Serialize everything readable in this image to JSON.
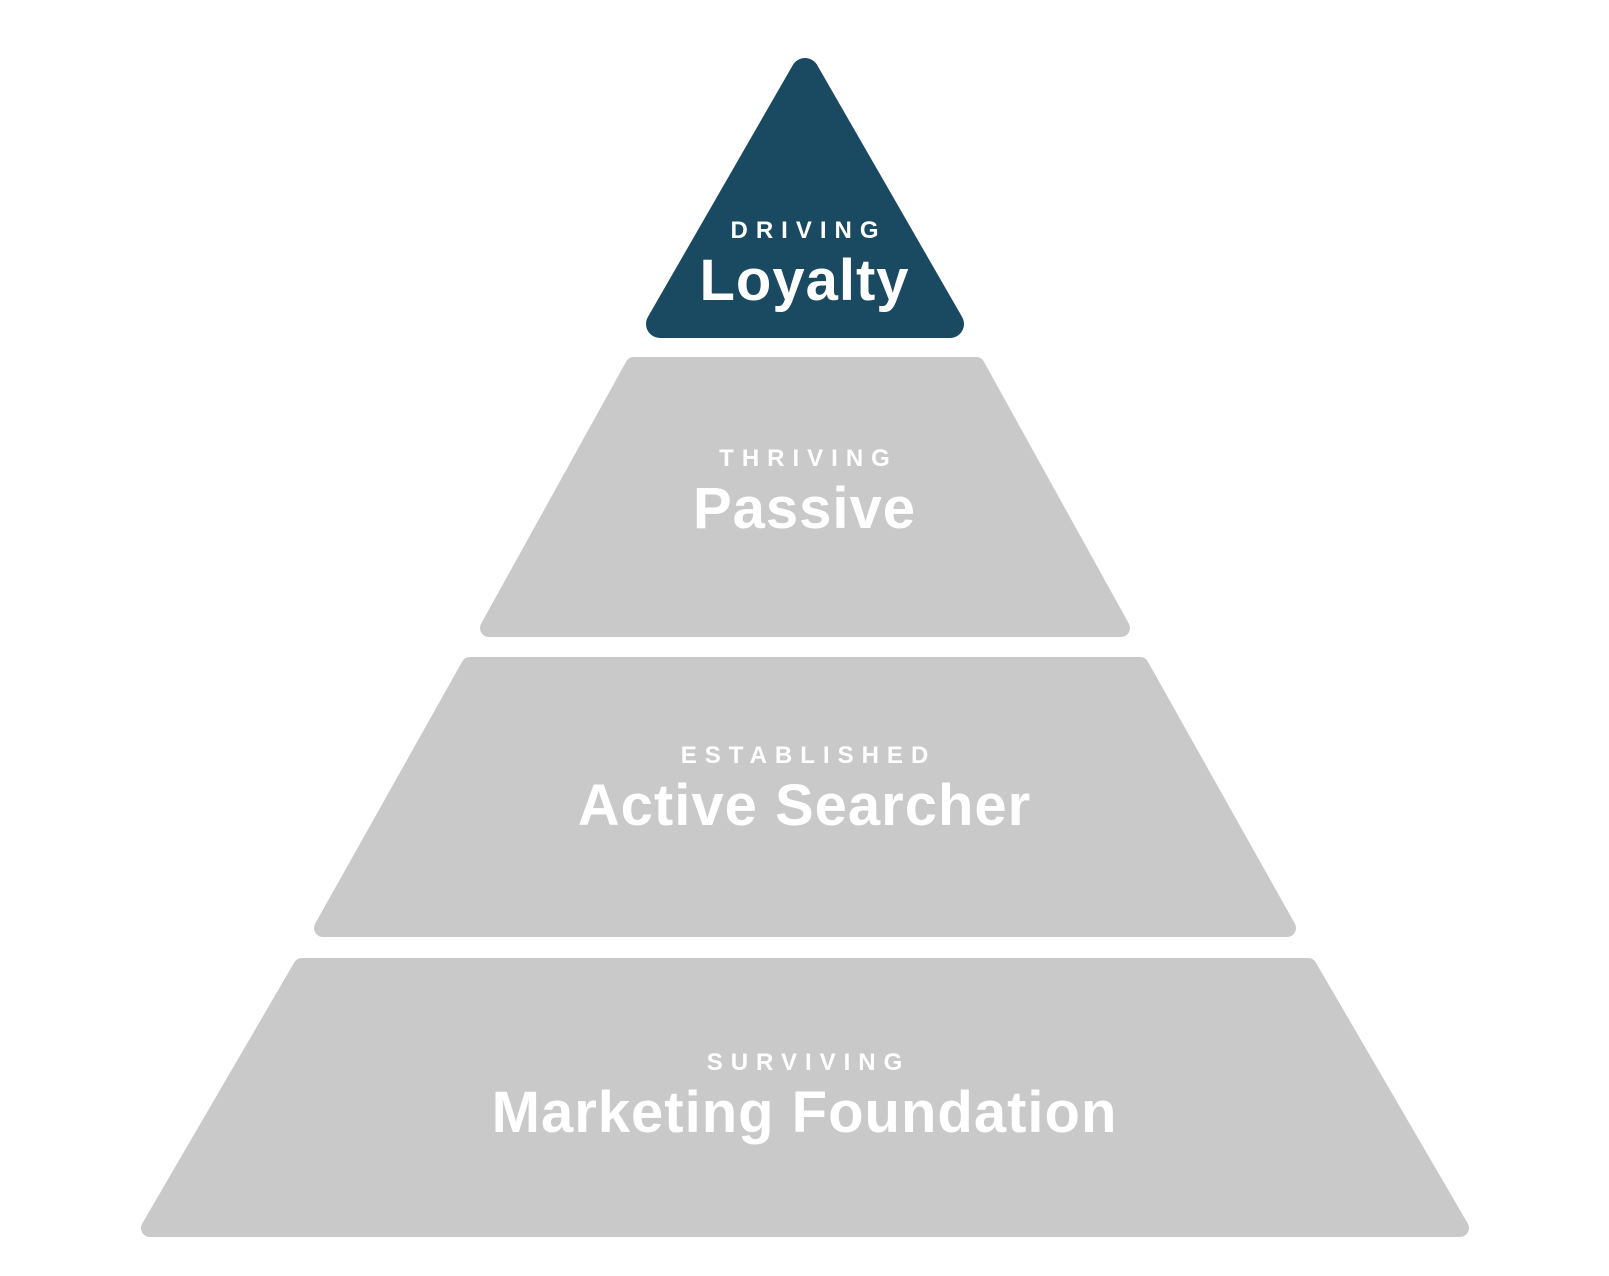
{
  "page": {
    "background_color": "#FFFFFF"
  },
  "pyramid": {
    "description": "Four-level marketing maturity pyramid",
    "accent_color": "#194A61",
    "neutral_color": "#C9C9C9",
    "label_text_color": "#FFFFFF",
    "levels": [
      {
        "stage": "DRIVING",
        "label": "Loyalty",
        "fill": "#194A61",
        "text_color": "#FFFFFF"
      },
      {
        "stage": "THRIVING",
        "label": "Passive",
        "fill": "#C9C9C9",
        "text_color": "#FFFFFF"
      },
      {
        "stage": "ESTABLISHED",
        "label": "Active Searcher",
        "fill": "#C9C9C9",
        "text_color": "#FFFFFF"
      },
      {
        "stage": "SURVIVING",
        "label": "Marketing Foundation",
        "fill": "#C9C9C9",
        "text_color": "#FFFFFF"
      }
    ]
  }
}
